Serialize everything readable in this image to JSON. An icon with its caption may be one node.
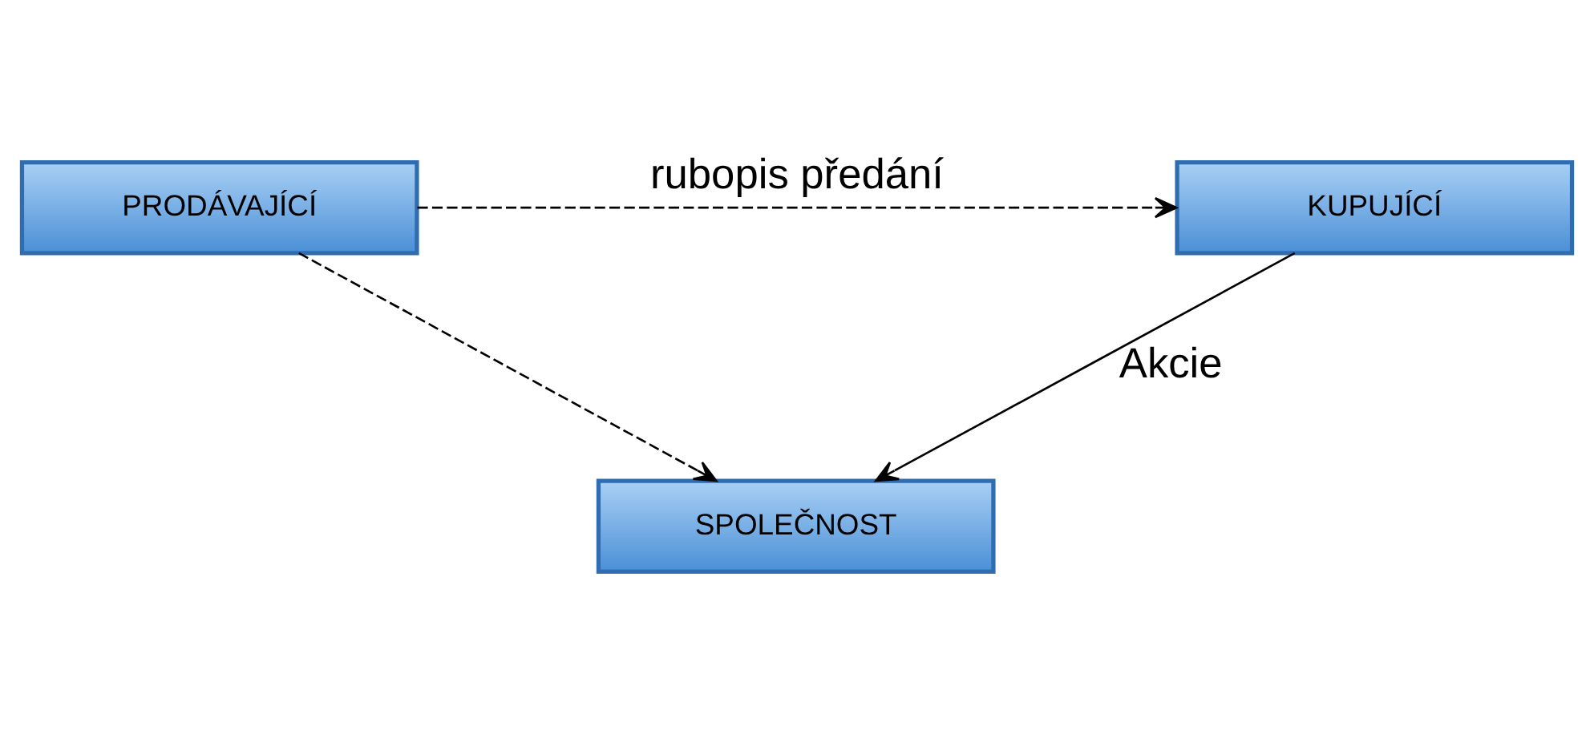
{
  "diagram": {
    "nodes": [
      {
        "text": [
          "PRODÁVAJÍCÍ"
        ]
      },
      {
        "text": [
          "KUPUJÍCÍ"
        ]
      },
      {
        "text": [
          "SPOLEČNOST"
        ]
      }
    ],
    "edges": [
      {
        "from": 0,
        "to": 2,
        "arrow": "to",
        "style": "dashed"
      },
      {
        "from": 0,
        "to": 1,
        "arrow": "to",
        "style": "dashed",
        "label": "rubopis předání"
      },
      {
        "from": 1,
        "to": 2,
        "arrow": "to",
        "label": "Akcie"
      }
    ]
  }
}
